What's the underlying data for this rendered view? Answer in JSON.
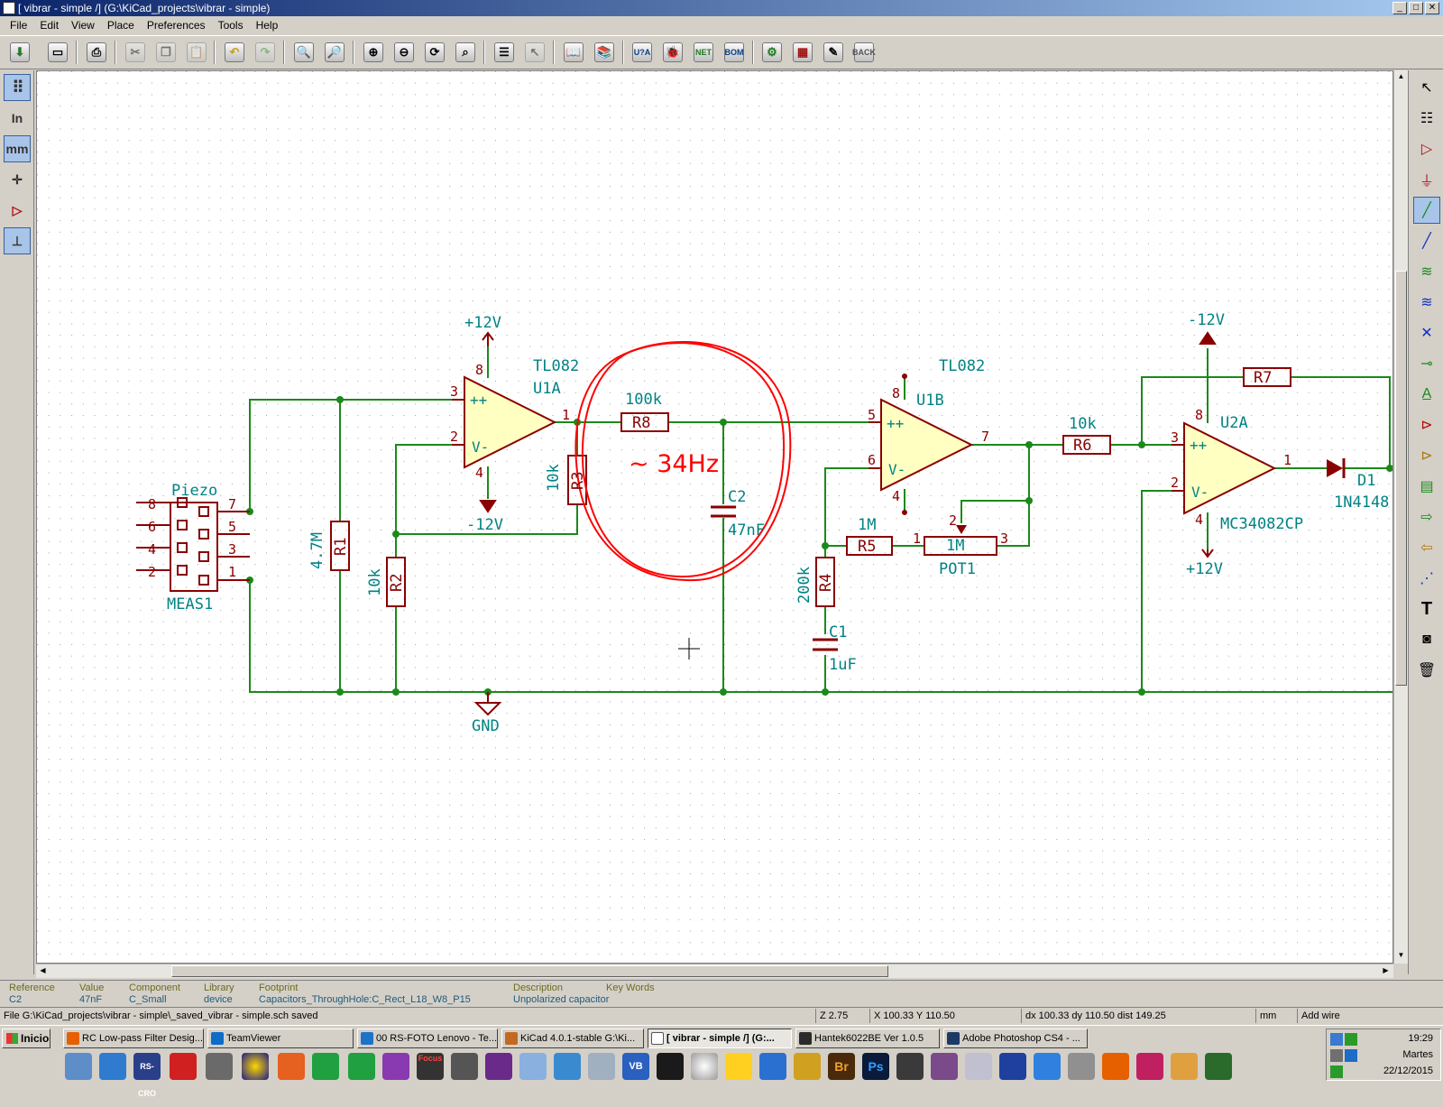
{
  "window": {
    "title": "[ vibrar - simple /] (G:\\KiCad_projects\\vibrar - simple)",
    "controls": [
      "_",
      "□",
      "✕"
    ]
  },
  "menu": [
    "File",
    "Edit",
    "View",
    "Place",
    "Preferences",
    "Tools",
    "Help"
  ],
  "toolbar": {
    "tools": [
      "save-icon",
      "page-settings-icon",
      "print-icon",
      "cut-icon",
      "copy-icon",
      "paste-icon",
      "undo-icon",
      "redo-icon",
      "find-icon",
      "find-replace-icon",
      "zoom-in-icon",
      "zoom-out-icon",
      "redraw-icon",
      "zoom-fit-icon",
      "hierarchy-icon",
      "leave-sheet-icon",
      "library-editor-icon",
      "library-browser-icon",
      "annotate-icon",
      "erc-icon",
      "netlist-icon",
      "bom-icon",
      "cvpcb-icon",
      "pcbnew-icon",
      "import-footprint-icon",
      "back-icon"
    ],
    "annotate_label": "U?A",
    "netlist_label": "NET",
    "bom_label": "BOM",
    "back_label": "BACK"
  },
  "left_toolbar": {
    "inch_label": "In",
    "mm_label": "mm"
  },
  "schematic": {
    "power_labels": [
      "+12V",
      "-12V",
      "-12V",
      "+12V",
      "GND"
    ],
    "symbol_values": [
      "TL082",
      "TL082",
      "MC34082CP",
      "100k",
      "10k",
      "10k",
      "4.7M",
      "10k",
      "1M",
      "1M",
      "200k",
      "47nF",
      "1uF",
      "1N4148",
      "Piezo"
    ],
    "references": [
      "U1A",
      "U1B",
      "U2A",
      "R1",
      "R2",
      "R3",
      "R4",
      "R5",
      "R6",
      "R7",
      "R8",
      "C1",
      "C2",
      "POT1",
      "D1",
      "MEAS1"
    ],
    "pin_numbers": [
      "8",
      "6",
      "4",
      "2",
      "7",
      "5",
      "3",
      "1",
      "3",
      "2",
      "8",
      "4",
      "1",
      "5",
      "6",
      "7",
      "8",
      "4",
      "3",
      "2",
      "8",
      "4",
      "1",
      "1",
      "2",
      "3"
    ],
    "annotation": "~ 34Hz"
  },
  "info": {
    "reference": {
      "header": "Reference",
      "value": "C2"
    },
    "value": {
      "header": "Value",
      "value": "47nF"
    },
    "component": {
      "header": "Component",
      "value": "C_Small"
    },
    "library": {
      "header": "Library",
      "value": "device"
    },
    "footprint": {
      "header": "Footprint",
      "value": "Capacitors_ThroughHole:C_Rect_L18_W8_P15"
    },
    "description": {
      "header": "Description",
      "value": "Unpolarized capacitor"
    },
    "keywords": {
      "header": "Key Words",
      "value": ""
    }
  },
  "status": {
    "message": "File G:\\KiCad_projects\\vibrar - simple\\_saved_vibrar - simple.sch saved",
    "zoom": "Z 2.75",
    "coords": "X 100.33  Y 110.50",
    "delta": "dx 100.33  dy 110.50  dist 149.25",
    "units": "mm",
    "mode": "Add wire"
  },
  "taskbar": {
    "start_label": "Inicio",
    "windows": [
      {
        "label": "RC Low-pass Filter Desig..."
      },
      {
        "label": "TeamViewer"
      },
      {
        "label": "00 RS-FOTO Lenovo - Te..."
      },
      {
        "label": "KiCad 4.0.1-stable G:\\Ki..."
      },
      {
        "label": "[ vibrar - simple /] (G:..."
      },
      {
        "label": "Hantek6022BE Ver 1.0.5"
      },
      {
        "label": "Adobe Photoshop CS4 - ..."
      }
    ],
    "quicklaunch_labels": [
      "RS-CRO",
      "Focus",
      "VB",
      "Br",
      "Ps"
    ],
    "clock": "19:29",
    "day": "Martes",
    "date": "22/12/2015"
  },
  "colors": {
    "wire": "#1a8a1a",
    "symbol": "#8a0000",
    "symbol_fill": "#ffffc2",
    "text": "#008284",
    "power": "#8a0000",
    "annotation": "#ff0000",
    "grid": "#a0a0a0"
  }
}
